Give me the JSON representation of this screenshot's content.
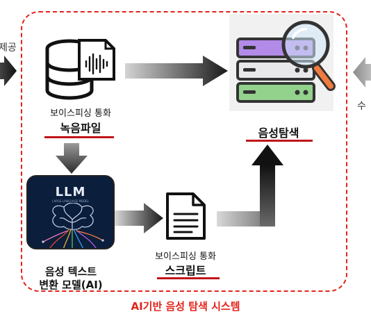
{
  "left_edge_label": "제공",
  "right_edge_label": "수",
  "system_caption": "AI기반 음성 탐색 시스템",
  "recording": {
    "small_label": "보이스피싱 통화",
    "main_label": "녹음파일"
  },
  "search": {
    "main_label": "음성탐색"
  },
  "model": {
    "line1": "음성 텍스트",
    "line2": "변환 모델(AI)",
    "card_title": "LLM",
    "card_subtitle": "LARGE LANGUAGE MODEL"
  },
  "script": {
    "small_label": "보이스피싱 통화",
    "main_label": "스크립트"
  },
  "colors": {
    "frame": "#e2231a",
    "underline": "#c0151a",
    "server_purple": "#b28be8",
    "server_green": "#93d28c"
  }
}
